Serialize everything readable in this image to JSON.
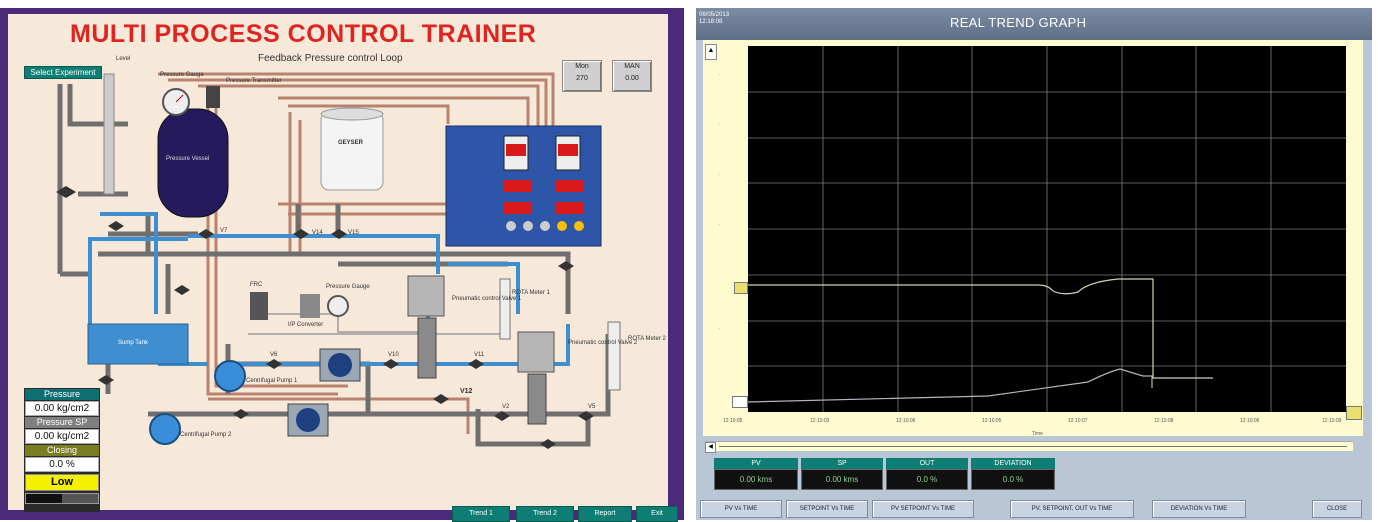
{
  "left": {
    "title": "MULTI PROCESS CONTROL TRAINER",
    "subtitle": "Feedback Pressure control Loop",
    "select_experiment": "Select Experiment",
    "indicators": [
      {
        "label": "Mon",
        "value": "270"
      },
      {
        "label": "MAN",
        "value": "0.00"
      }
    ],
    "labels": {
      "level": "Level",
      "pressure_gauge": "Pressure Gauge",
      "pressure_transmitter": "Pressure Transmitter",
      "pressure_vessel": "Pressure Vessel",
      "geyser": "GEYSER",
      "pump1": "Centrifugal Pump 1",
      "pump2": "Centrifugal Pump 2",
      "sump_tank": "Sump Tank",
      "pneumatic_valve1": "Pneumatic control Valve 1",
      "pneumatic_valve2": "Pneumatic control Valve 2",
      "rota_meter1": "ROTA Meter 1",
      "rota_meter2": "ROTA Meter 2",
      "ip_converter": "I/P Converter",
      "pressure_gauge2": "Pressure Gauge",
      "v12": "V12",
      "frc": "FRC",
      "v10": "V10",
      "v11": "V11",
      "v14": "V14",
      "v15": "V15",
      "v6": "V6",
      "v7": "V7",
      "v2": "V2",
      "v5": "V5"
    },
    "status": {
      "pressure_label": "Pressure",
      "pressure_value": "0.00 kg/cm2",
      "pressure_sp_label": "Pressure SP",
      "pressure_sp_value": "0.00 kg/cm2",
      "closing_label": "Closing",
      "closing_value": "0.0 %",
      "level_value": "Low"
    },
    "bottom_buttons": [
      "Trend 1",
      "Trend 2",
      "Report",
      "Exit"
    ]
  },
  "right": {
    "title": "REAL TREND GRAPH",
    "date": "06/05/2013",
    "time": "12:18:08",
    "x_axis_label": "Time",
    "x_ticks": [
      "12:10:05",
      "12:10:03",
      "12:10:06",
      "12:10:05",
      "12:10:07",
      "12:10:08",
      "12:10:06",
      "12:10:09"
    ],
    "readouts": [
      {
        "label": "PV",
        "value": "0.00 kms"
      },
      {
        "label": "SP",
        "value": "0.00 kms"
      },
      {
        "label": "OUT",
        "value": "0.0 %"
      },
      {
        "label": "DEVIATION",
        "value": "0.0 %"
      }
    ],
    "buttons": [
      "PV Vs TIME",
      "SETPOINT Vs TIME",
      "PV SETPOINT Vs TIME",
      "PV, SETPOINT, OUT Vs TIME",
      "DEVIATION Vs TIME",
      "CLOSE"
    ],
    "colors": {
      "plot_bg": "#000000",
      "grid": "#7d7d7d",
      "trend_line": "#c8d8b0",
      "pane_bg": "#fffbd0"
    }
  }
}
